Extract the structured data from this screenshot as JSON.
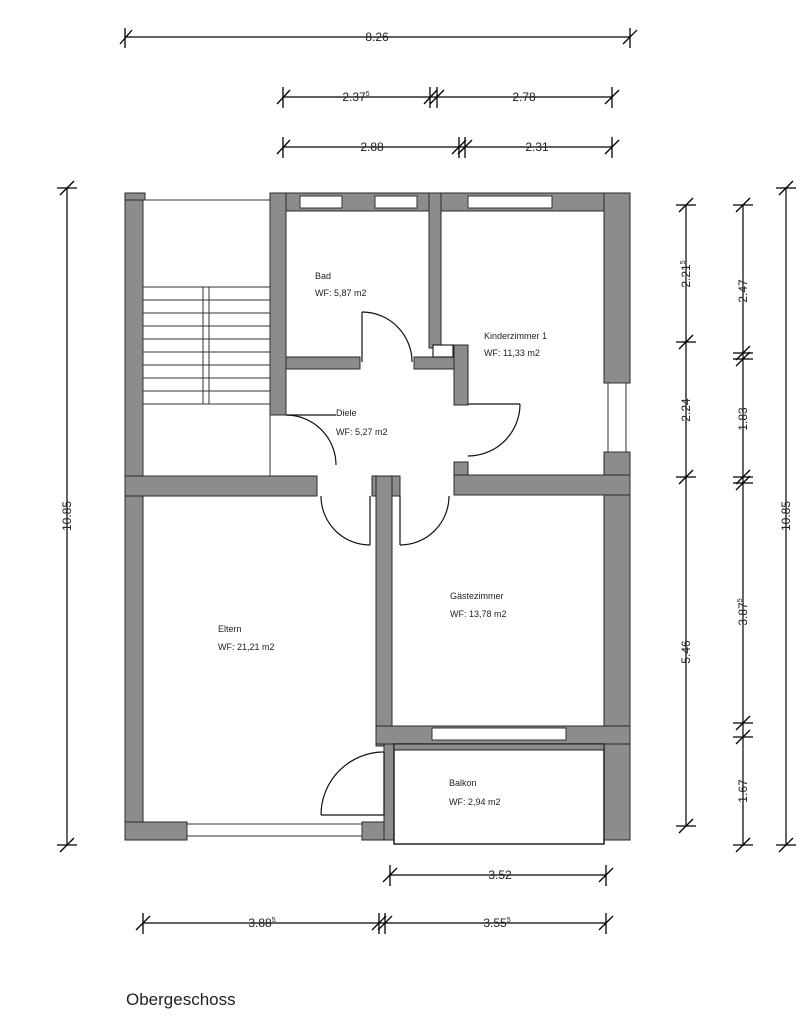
{
  "floor_title": "Obergeschoss",
  "rooms": [
    {
      "name": "Bad",
      "area": "WF: 5,87 m2"
    },
    {
      "name": "Kinderzimmer 1",
      "area": "WF: 11,33 m2"
    },
    {
      "name": "Diele",
      "area": "WF: 5,27 m2"
    },
    {
      "name": "Eltern",
      "area": "WF: 21,21 m2"
    },
    {
      "name": "Gästezimmer",
      "area": "WF: 13,78 m2"
    },
    {
      "name": "Balkon",
      "area": "WF: 2,94 m2"
    }
  ],
  "dimensions": {
    "top_total": "8.26",
    "top_row2": [
      {
        "value": "2.37",
        "sup": "5"
      },
      {
        "value": "2.78",
        "sup": ""
      }
    ],
    "top_row3": [
      {
        "value": "2.88",
        "sup": ""
      },
      {
        "value": "2.31",
        "sup": ""
      }
    ],
    "left_total": "10.85",
    "right_inner": [
      {
        "value": "2.21",
        "sup": "5"
      },
      {
        "value": "2.24",
        "sup": ""
      },
      {
        "value": "5.46",
        "sup": ""
      }
    ],
    "right_outer": [
      {
        "value": "2.47",
        "sup": ""
      },
      {
        "value": "1.83",
        "sup": ""
      },
      {
        "value": "3.87",
        "sup": "5"
      },
      {
        "value": "1.67",
        "sup": ""
      }
    ],
    "right_total": "10.85",
    "bottom_row1": "3.52",
    "bottom_row2": [
      {
        "value": "3.88",
        "sup": "5"
      },
      {
        "value": "3.55",
        "sup": "5"
      }
    ]
  }
}
